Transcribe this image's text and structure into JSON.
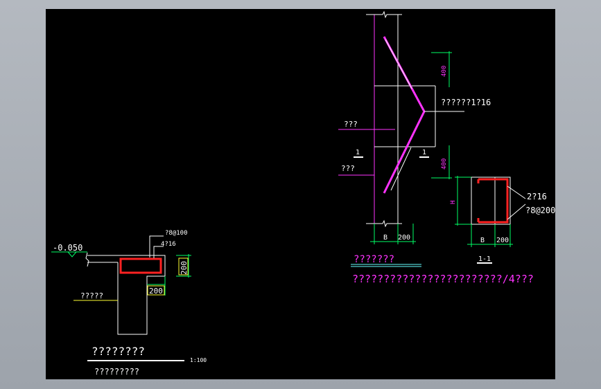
{
  "section_left": {
    "elevation": "-0.050",
    "stirrup": "?8@100",
    "top_bar": "4?16",
    "dim_height": "200",
    "dim_width": "200",
    "label": "?????",
    "title": "????????",
    "subtitle": "?????????",
    "scale": "1:100"
  },
  "elevation_right": {
    "upper_dim": "400",
    "lower_dim": "400",
    "rebar_note": "??????1?16",
    "label_top": "???",
    "label_bottom": "???",
    "section_mark_left": "1",
    "section_mark_right": "1",
    "dim_b": "B",
    "dim_200": "200"
  },
  "section_1_1": {
    "dim_h": "H",
    "bar_note": "2?16",
    "stirrup_note": "?8@200",
    "dim_b": "B",
    "dim_200": "200",
    "mark": "1-1"
  },
  "notes": {
    "heading": "???????",
    "line": "????????????????????????/4???"
  },
  "colors": {
    "background": "#000000",
    "outline": "#ffffff",
    "rebar": "#ff2222",
    "magenta": "#ff33ff",
    "dimension": "#00ff66",
    "annotation": "#ffff33",
    "cyan": "#66ffff"
  }
}
